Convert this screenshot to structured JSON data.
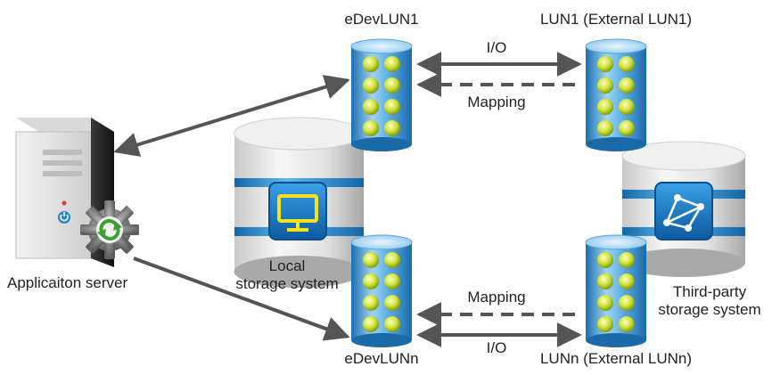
{
  "labels": {
    "app_server": "Applicaiton server",
    "local_storage_line1": "Local",
    "local_storage_line2": "storage system",
    "third_party_line1": "Third-party",
    "third_party_line2": "storage system",
    "edev_lun1": "eDevLUN1",
    "edev_lunn": "eDevLUNn",
    "lun1": "LUN1 (External LUN1)",
    "lunn": "LUNn (External LUNn)",
    "io_top": "I/O",
    "mapping_top": "Mapping",
    "mapping_bottom": "Mapping",
    "io_bottom": "I/O"
  },
  "icons": {
    "server": "server-tower-icon",
    "gear": "gear-sync-icon",
    "monitor": "monitor-icon",
    "network": "network-nodes-icon",
    "lun": "lun-cylinder-icon"
  },
  "colors": {
    "lun_blue": "#2a86c8",
    "disk_yellow": "#d9e63a",
    "storage_blue": "#1f8ad0",
    "arrow": "#555555"
  }
}
